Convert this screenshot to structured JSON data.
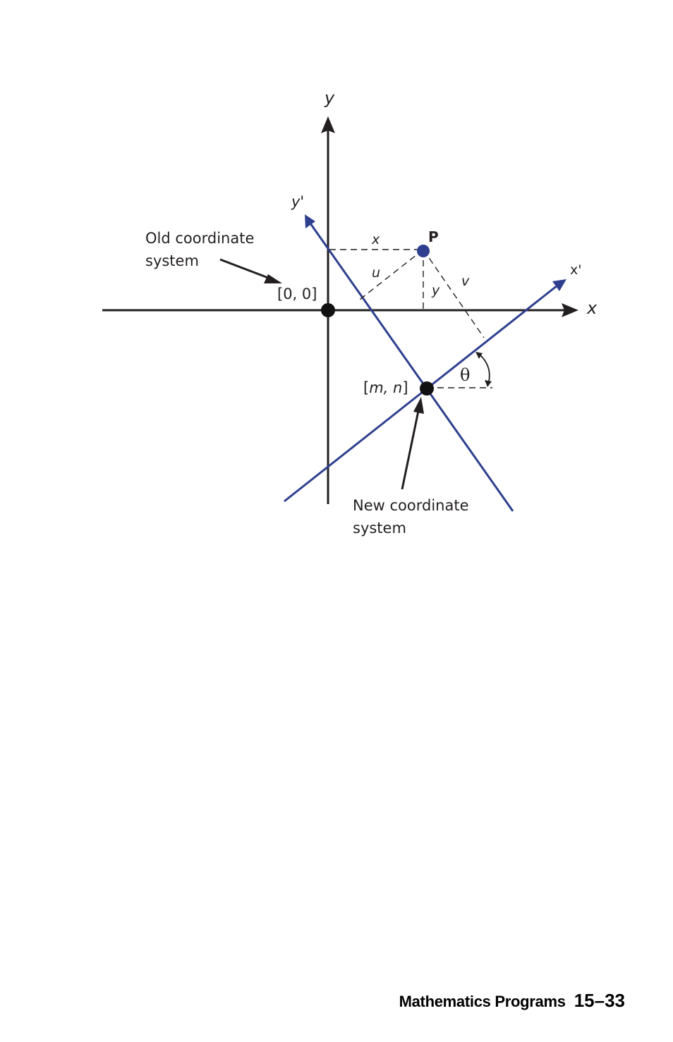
{
  "diagram": {
    "labels": {
      "y_axis": "y",
      "x_axis": "x",
      "y_prime": "y'",
      "x_prime": "x'",
      "point": "P",
      "seg_x": "x",
      "seg_u": "u",
      "seg_y": "y",
      "seg_v": "v",
      "theta": "θ",
      "origin_old": "[0, 0]",
      "origin_new_open": "[",
      "origin_new_m": "m",
      "origin_new_sep": ", ",
      "origin_new_n": "n",
      "origin_new_close": "]",
      "old_system_line1": "Old coordinate",
      "old_system_line2": "system",
      "new_system_line1": "New coordinate",
      "new_system_line2": "system"
    },
    "colors": {
      "old_axes": "#231f20",
      "new_axes": "#2e3f8f",
      "point_p": "#2e3f8f",
      "origin_dots": "#111111"
    }
  },
  "footer": {
    "section": "Mathematics Programs",
    "page": "15–33"
  }
}
